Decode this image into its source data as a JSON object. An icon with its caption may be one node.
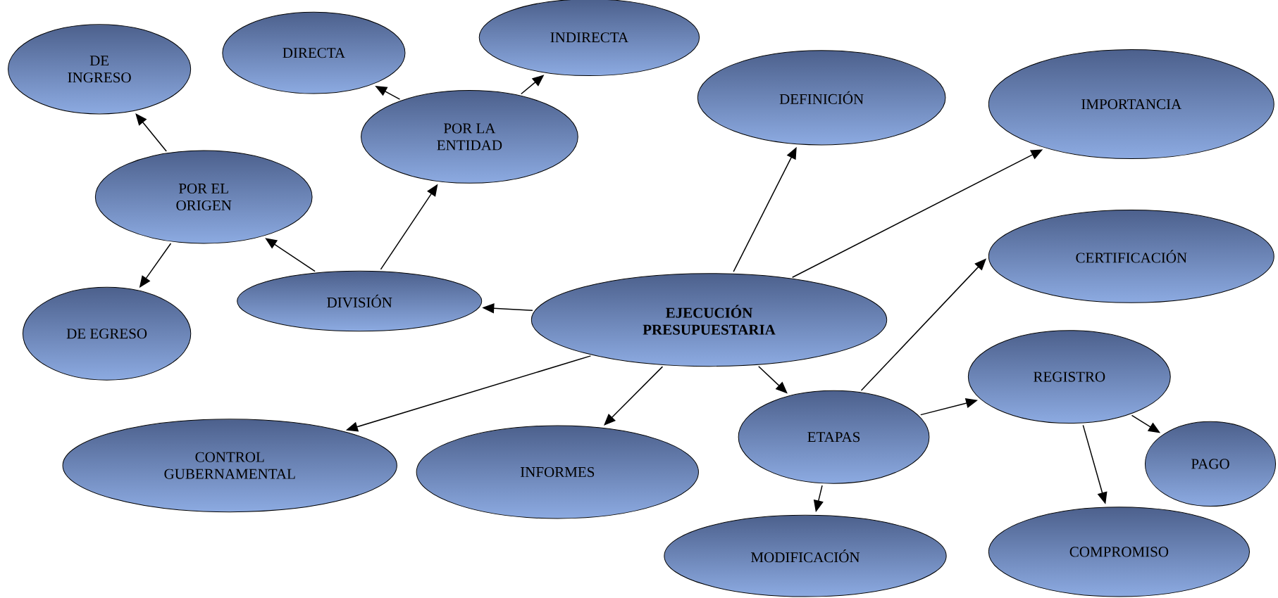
{
  "diagram": {
    "nodes": [
      {
        "text": [
          "EJECUCIÓN PRESUPUESTARIA"
        ]
      },
      {
        "text": [
          "DIVISIÓN"
        ]
      },
      {
        "text": [
          "POR EL ORIGEN"
        ]
      },
      {
        "text": [
          "DE INGRESO"
        ]
      },
      {
        "text": [
          "DE EGRESO"
        ]
      },
      {
        "text": [
          "POR LA ENTIDAD"
        ]
      },
      {
        "text": [
          "DIRECTA"
        ]
      },
      {
        "text": [
          "INDIRECTA"
        ]
      },
      {
        "text": [
          "DEFINICIÓN"
        ]
      },
      {
        "text": [
          "IMPORTANCIA"
        ]
      },
      {
        "text": [
          "CERTIFICACIÓN"
        ]
      },
      {
        "text": [
          "ETAPAS"
        ]
      },
      {
        "text": [
          "REGISTRO"
        ]
      },
      {
        "text": [
          "PAGO"
        ]
      },
      {
        "text": [
          "COMPROMISO"
        ]
      },
      {
        "text": [
          "MODIFICACIÓN"
        ]
      },
      {
        "text": [
          "INFORMES"
        ]
      },
      {
        "text": [
          "CONTROL GUBERNAMENTAL"
        ]
      }
    ],
    "edges": [
      {
        "from": 0,
        "to": 1,
        "arrow": "to"
      },
      {
        "from": 1,
        "to": 2,
        "arrow": "to"
      },
      {
        "from": 2,
        "to": 3,
        "arrow": "to"
      },
      {
        "from": 2,
        "to": 4,
        "arrow": "to"
      },
      {
        "from": 1,
        "to": 5,
        "arrow": "to"
      },
      {
        "from": 5,
        "to": 6,
        "arrow": "to"
      },
      {
        "from": 5,
        "to": 7,
        "arrow": "to"
      },
      {
        "from": 0,
        "to": 8,
        "arrow": "to"
      },
      {
        "from": 0,
        "to": 9,
        "arrow": "to"
      },
      {
        "from": 0,
        "to": 17,
        "arrow": "to"
      },
      {
        "from": 0,
        "to": 16,
        "arrow": "to"
      },
      {
        "from": 0,
        "to": 11,
        "arrow": "to"
      },
      {
        "from": 11,
        "to": 10,
        "arrow": "to"
      },
      {
        "from": 11,
        "to": 12,
        "arrow": "to"
      },
      {
        "from": 12,
        "to": 13,
        "arrow": "to"
      },
      {
        "from": 12,
        "to": 14,
        "arrow": "to"
      },
      {
        "from": 11,
        "to": 15,
        "arrow": "to"
      }
    ]
  }
}
